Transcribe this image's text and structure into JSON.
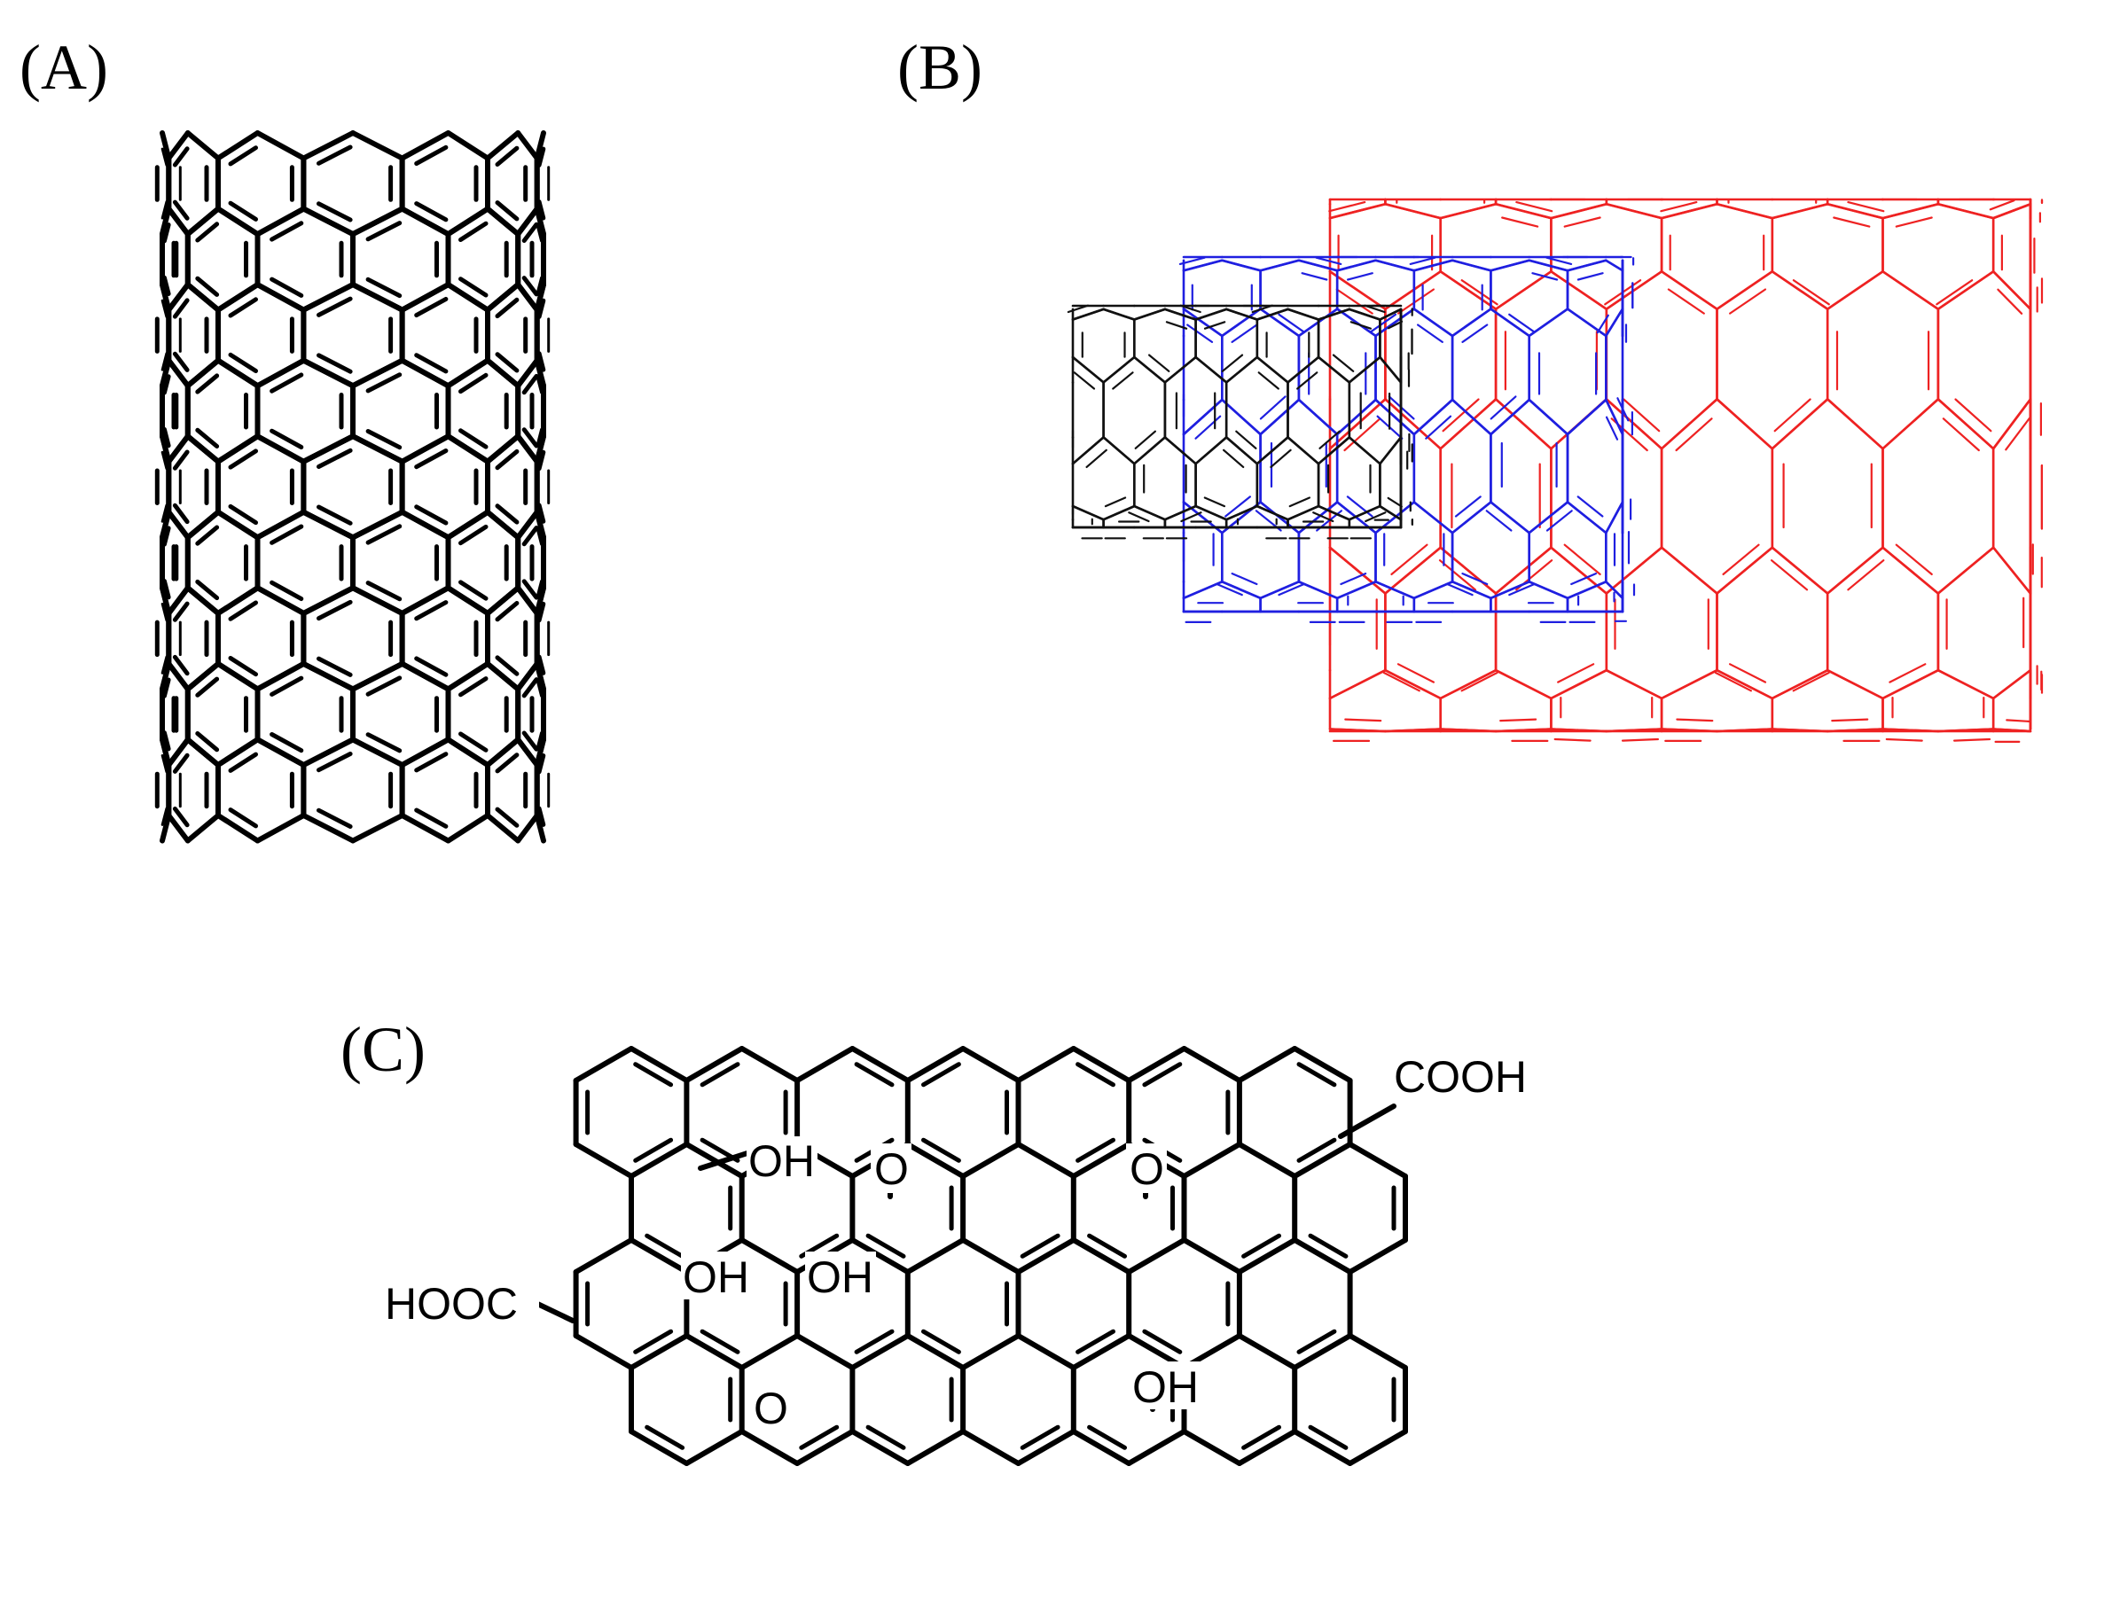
{
  "panels": {
    "a": {
      "label": "(A)"
    },
    "b": {
      "label": "(B)",
      "colors": {
        "inner": "#111111",
        "middle": "#1f1fe0",
        "outer": "#ee2222"
      }
    },
    "c": {
      "label": "(C)",
      "groups": {
        "cooh_right": "COOH",
        "hooc_left": "HOOC",
        "oh_1": "OH",
        "oh_2": "OH",
        "oh_3": "OH",
        "oh_4": "OH",
        "epoxy_1": "O",
        "epoxy_2": "O",
        "epoxy_3": "O"
      }
    }
  },
  "colors": {
    "ink": "#000000",
    "background": "#ffffff"
  }
}
